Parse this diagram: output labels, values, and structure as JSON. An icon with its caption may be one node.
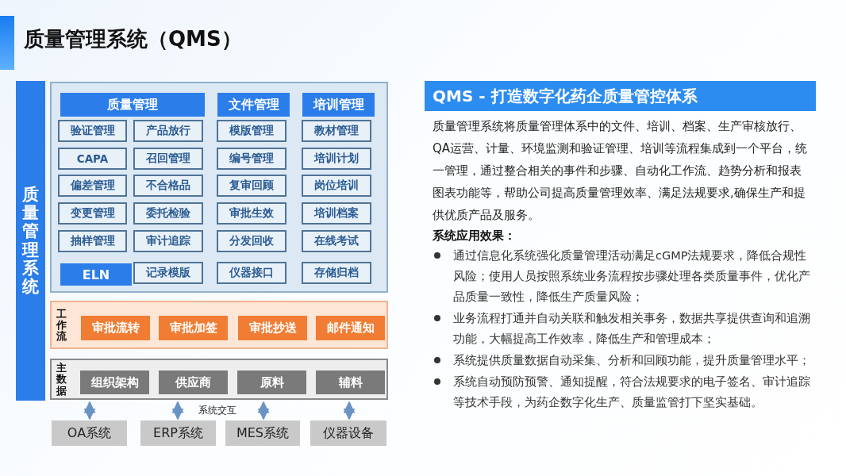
{
  "diagram": {
    "title": "质量管理系统（QMS）",
    "nodes": [
      {
        "text": [
          "质量管理系统"
        ]
      },
      {
        "text": [],
        "shape": "box"
      },
      {
        "text": [
          "质量管理"
        ],
        "in": 1
      },
      {
        "text": [
          "文件管理"
        ],
        "in": 1
      },
      {
        "text": [
          "培训管理"
        ],
        "in": 1
      },
      {
        "text": [
          "验证管理"
        ],
        "in": 1
      },
      {
        "text": [
          "产品放行"
        ],
        "in": 1
      },
      {
        "text": [
          "模版管理"
        ],
        "in": 1
      },
      {
        "text": [
          "教材管理"
        ],
        "in": 1
      },
      {
        "text": [
          "CAPA"
        ],
        "in": 1
      },
      {
        "text": [
          "召回管理"
        ],
        "in": 1
      },
      {
        "text": [
          "编号管理"
        ],
        "in": 1
      },
      {
        "text": [
          "培训计划"
        ],
        "in": 1
      },
      {
        "text": [
          "偏差管理"
        ],
        "in": 1
      },
      {
        "text": [
          "不合格品"
        ],
        "in": 1
      },
      {
        "text": [
          "复审回顾"
        ],
        "in": 1
      },
      {
        "text": [
          "岗位培训"
        ],
        "in": 1
      },
      {
        "text": [
          "变更管理"
        ],
        "in": 1
      },
      {
        "text": [
          "委托检验"
        ],
        "in": 1
      },
      {
        "text": [
          "审批生效"
        ],
        "in": 1
      },
      {
        "text": [
          "培训档案"
        ],
        "in": 1
      },
      {
        "text": [
          "抽样管理"
        ],
        "in": 1
      },
      {
        "text": [
          "审计追踪"
        ],
        "in": 1
      },
      {
        "text": [
          "分发回收"
        ],
        "in": 1
      },
      {
        "text": [
          "在线考试"
        ],
        "in": 1
      },
      {
        "text": [
          "ELN"
        ],
        "in": 1
      },
      {
        "text": [
          "记录模版"
        ],
        "in": 1
      },
      {
        "text": [
          "仪器接口"
        ],
        "in": 1
      },
      {
        "text": [
          "存储归档"
        ],
        "in": 1
      },
      {
        "text": [
          "工作流"
        ]
      },
      {
        "text": [
          "审批流转"
        ],
        "in": 29
      },
      {
        "text": [
          "审批加签"
        ],
        "in": 29
      },
      {
        "text": [
          "审批抄送"
        ],
        "in": 29
      },
      {
        "text": [
          "邮件通知"
        ],
        "in": 29
      },
      {
        "text": [
          "主数据"
        ]
      },
      {
        "text": [
          "组织架构"
        ],
        "in": 34
      },
      {
        "text": [
          "供应商"
        ],
        "in": 34
      },
      {
        "text": [
          "原料"
        ],
        "in": 34
      },
      {
        "text": [
          "辅料"
        ],
        "in": 34
      },
      {
        "text": [
          "OA系统"
        ]
      },
      {
        "text": [
          "ERP系统"
        ]
      },
      {
        "text": [
          "MES系统"
        ]
      },
      {
        "text": [
          "仪器设备"
        ]
      },
      {
        "text": [
          "QMS - 打造数字化药企质量管控体系"
        ]
      }
    ],
    "edges": [
      {
        "from": 39,
        "to": 34,
        "arrow": "both"
      },
      {
        "from": 40,
        "to": 34,
        "arrow": "both"
      },
      {
        "from": 41,
        "to": 34,
        "arrow": "both"
      },
      {
        "from": 42,
        "to": 34,
        "arrow": "both"
      }
    ],
    "labels": [
      "质量管理系统将质量管理体系中的文件、培训、档案、生产审核放行、QA运营、计量、环境监测和验证管理、培训等流程集成到一个平台，统一管理，通过整合相关的事件和步骤、自动化工作流、趋势分析和报表图表功能等，帮助公司提高质量管理效率、满足法规要求,确保生产和提供优质产品及服务。",
      "系统应用效果：",
      "通过信息化系统强化质量管理活动满足cGMP法规要求，降低合规性风险；使用人员按照系统业务流程按步骤处理各类质量事件，优化产品质量一致性，降低生产质量风险；",
      "业务流程打通并自动关联和触发相关事务，数据共享提供查询和追溯功能，大幅提高工作效率，降低生产和管理成本；",
      "系统提供质量数据自动采集、分析和回顾功能，提升质量管理水平；",
      "系统自动预防预警、通知提醒，符合法规要求的电子签名、审计追踪等技术手段，为药企数字化生产、质量监管打下坚实基础。",
      "系统交互"
    ]
  }
}
